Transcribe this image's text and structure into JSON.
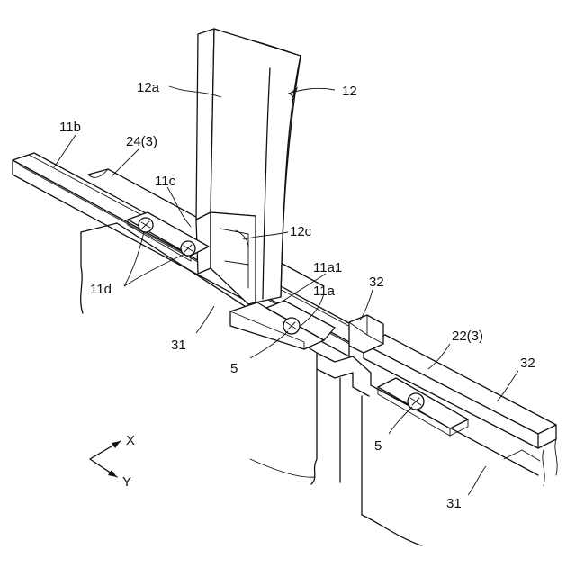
{
  "labels": {
    "l12a": "12a",
    "l12": "12",
    "l11b": "11b",
    "l24": "24(3)",
    "l11c": "11c",
    "l12c": "12c",
    "l11a1": "11a1",
    "l11a": "11a",
    "l32a": "32",
    "l11d": "11d",
    "l31a": "31",
    "l22": "22(3)",
    "l32b": "32",
    "l5a": "5",
    "l5b": "5",
    "l31b": "31"
  },
  "axes": {
    "x": "X",
    "y": "Y"
  }
}
